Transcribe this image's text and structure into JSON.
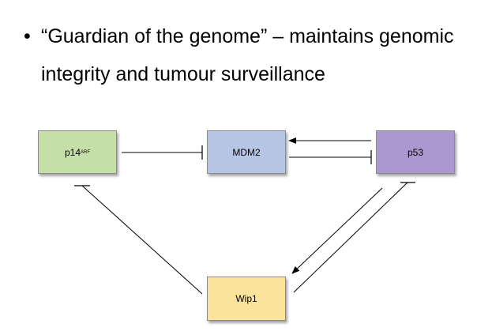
{
  "bullet": {
    "symbol": "•",
    "line1": "“Guardian of the genome” – maintains genomic",
    "line2": "integrity and tumour surveillance"
  },
  "nodes": {
    "p14": {
      "label": "p14",
      "superscript": "ARF",
      "color": "#c6dea8"
    },
    "mdm2": {
      "label": "MDM2",
      "color": "#b7c6e4"
    },
    "p53": {
      "label": "p53",
      "color": "#ac98cf"
    },
    "wip1": {
      "label": "Wip1",
      "color": "#fbe39b"
    }
  },
  "edges": [
    {
      "from": "p14",
      "to": "mdm2",
      "type": "inhibition"
    },
    {
      "from": "p53",
      "to": "mdm2",
      "type": "activation"
    },
    {
      "from": "mdm2",
      "to": "p53",
      "type": "inhibition"
    },
    {
      "from": "p53",
      "to": "wip1",
      "type": "activation"
    },
    {
      "from": "wip1",
      "to": "p53",
      "type": "inhibition"
    },
    {
      "from": "wip1",
      "to": "p14",
      "type": "inhibition"
    }
  ]
}
